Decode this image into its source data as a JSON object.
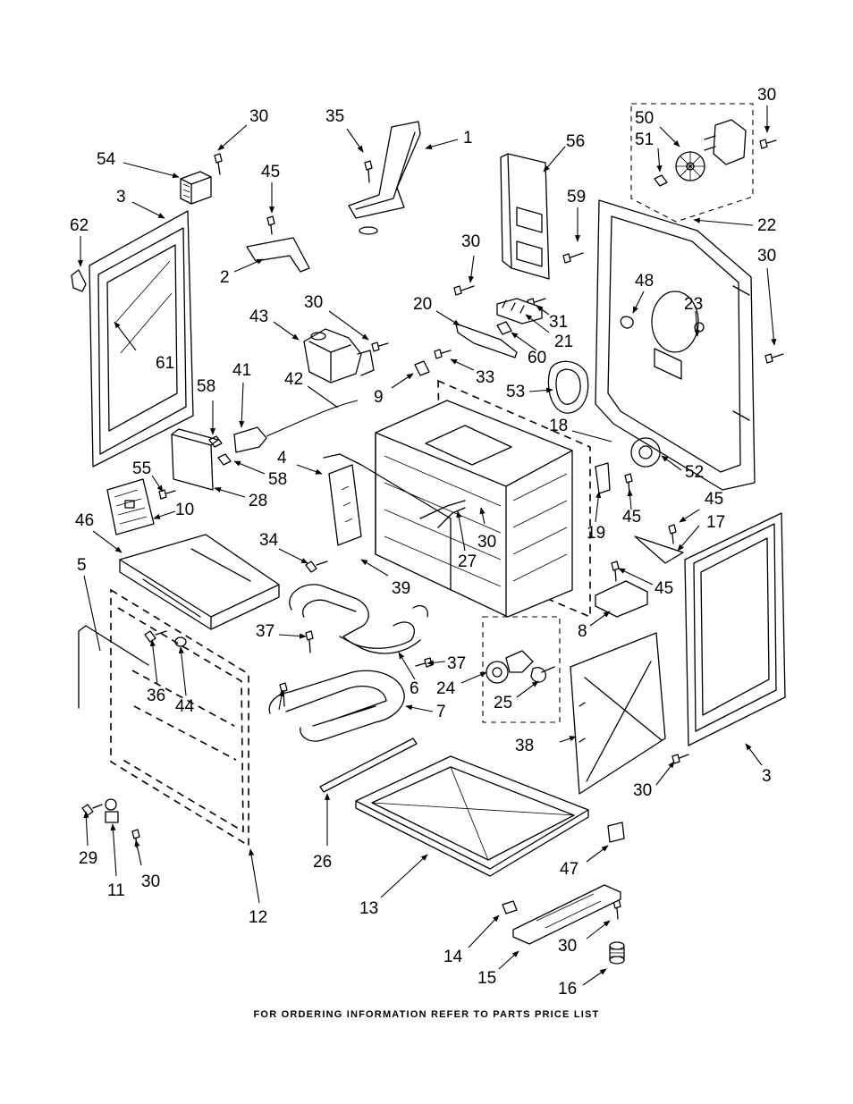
{
  "callouts": [
    "30",
    "35",
    "1",
    "56",
    "50",
    "51",
    "30",
    "54",
    "45",
    "3",
    "62",
    "59",
    "22",
    "30",
    "30",
    "2",
    "20",
    "48",
    "31",
    "43",
    "30",
    "23",
    "21",
    "60",
    "61",
    "33",
    "53",
    "9",
    "41",
    "42",
    "58",
    "18",
    "4",
    "58",
    "55",
    "28",
    "52",
    "10",
    "46",
    "45",
    "19",
    "45",
    "17",
    "30",
    "27",
    "34",
    "5",
    "39",
    "45",
    "8",
    "37",
    "6",
    "37",
    "24",
    "36",
    "44",
    "7",
    "25",
    "38",
    "30",
    "3",
    "29",
    "26",
    "11",
    "30",
    "47",
    "12",
    "13",
    "14",
    "30",
    "15",
    "16"
  ],
  "footer": "FOR ORDERING INFORMATION REFER TO PARTS PRICE LIST"
}
